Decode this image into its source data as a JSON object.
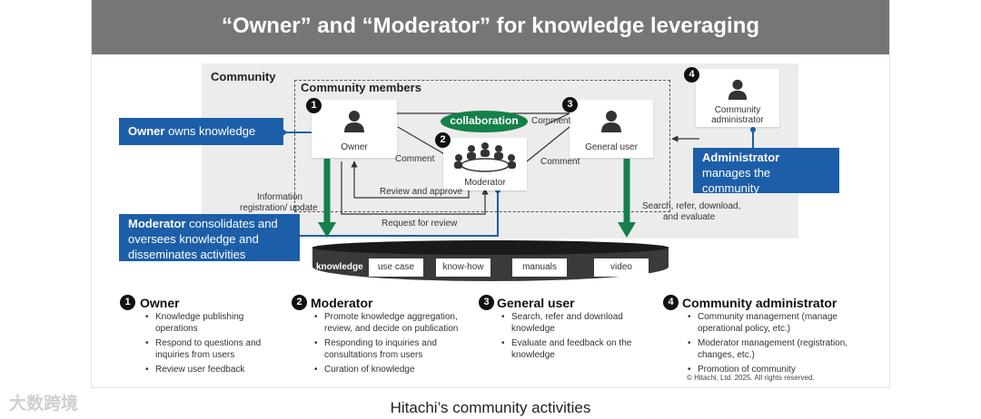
{
  "title": "“Owner” and “Moderator” for knowledge leveraging",
  "community_label": "Community",
  "members_label": "Community members",
  "collaboration_label": "collaboration",
  "roles": {
    "owner": {
      "number": "1",
      "name": "Owner"
    },
    "moderator": {
      "number": "2",
      "name": "Moderator"
    },
    "general_user": {
      "number": "3",
      "name": "General user"
    },
    "admin": {
      "number": "4",
      "name_line1": "Community",
      "name_line2": "administrator"
    }
  },
  "arrow_labels": {
    "comment_top": "Comment",
    "comment_left": "Comment",
    "comment_right": "Comment",
    "review_approve": "Review and approve",
    "request_review": "Request for review",
    "info_line1": "Information",
    "info_line2": "registration/ update",
    "search_line1": "Search, refer, download,",
    "search_line2": "and evaluate"
  },
  "callouts": {
    "owner": {
      "bold": "Owner",
      "rest": " owns knowledge"
    },
    "moderator": {
      "bold": "Moderator",
      "rest": " consolidates and oversees knowledge and disseminates activities"
    },
    "admin": {
      "bold": "Administrator",
      "rest": "manages the community"
    }
  },
  "knowledge": {
    "label": "knowledge",
    "tags": [
      "use case",
      "know-how",
      "manuals",
      "video"
    ]
  },
  "sections": [
    {
      "number": "1",
      "title": "Owner",
      "items": [
        "Knowledge publishing operations",
        "Respond to questions and inquiries from users",
        "Review user feedback"
      ]
    },
    {
      "number": "2",
      "title": "Moderator",
      "items": [
        "Promote knowledge aggregation, review, and decide on publication",
        "Responding to inquiries and consultations from users",
        "Curation of knowledge"
      ]
    },
    {
      "number": "3",
      "title": "General user",
      "items": [
        "Search, refer and download knowledge",
        "Evaluate and feedback on the knowledge"
      ]
    },
    {
      "number": "4",
      "title": "Community administrator",
      "items": [
        "Community management (manage operational policy, etc.)",
        "Moderator management (registration, changes, etc.)",
        "Promotion of community"
      ]
    }
  ],
  "copyright": "© Hitachi, Ltd. 2025. All rights reserved.",
  "caption": "Hitachi’s community activities",
  "watermark": "大数跨境",
  "colors": {
    "callout_blue": "#1d5ea8",
    "green": "#15804a",
    "banner_gray": "#767676"
  }
}
